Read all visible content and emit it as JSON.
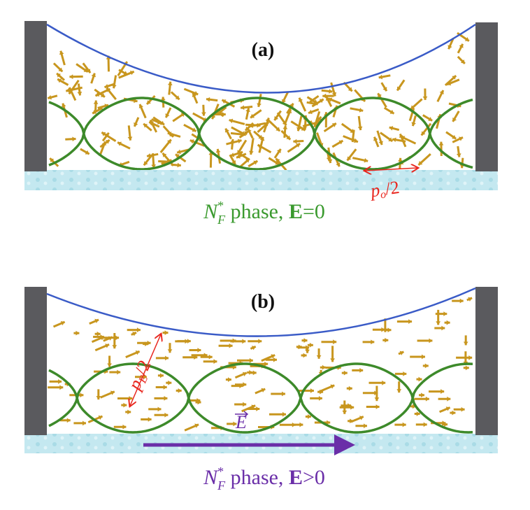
{
  "panels": [
    {
      "label": "(a)",
      "caption": {
        "symbol": "N",
        "sup": "*",
        "sub": "F",
        "text": " phase, ",
        "field": "E",
        "rel": "=0"
      },
      "pitch_label": {
        "p": "p",
        "sub": "o",
        "rest": "/2"
      },
      "caption_color": "#3a9a2e"
    },
    {
      "label": "(b)",
      "caption": {
        "symbol": "N",
        "sup": "*",
        "sub": "F",
        "text": " phase, ",
        "field": "E",
        "rel": ">0"
      },
      "pitch_label": {
        "p": "p",
        "sub": "E",
        "rest": "/2"
      },
      "field_arrow_label": "E",
      "caption_color": "#6a2ea8"
    }
  ],
  "colors": {
    "wall": "#5a5a5e",
    "meniscus": "#3a5bc7",
    "helix": "#3d8a2a",
    "director": "#c8961e",
    "substrate": "#bfe6ee",
    "pitch": "#e8261e",
    "field": "#6a2ea8"
  }
}
